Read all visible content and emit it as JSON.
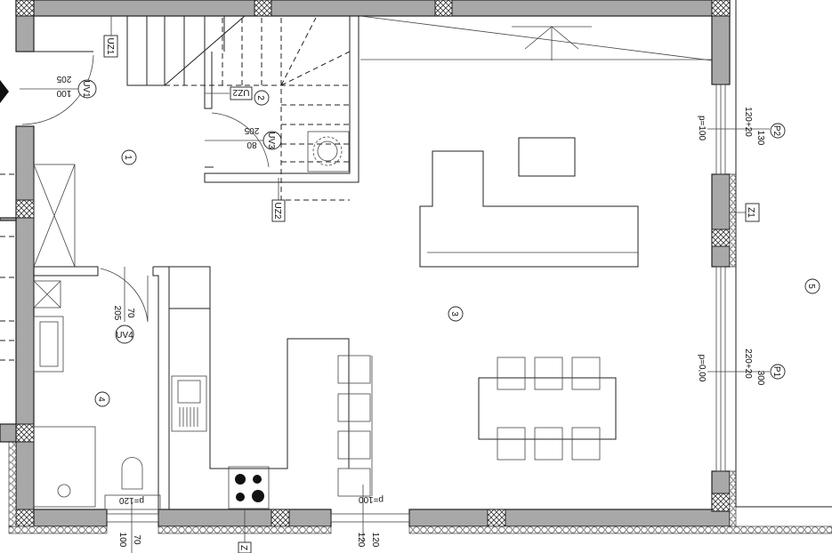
{
  "rooms": [
    {
      "number": "1"
    },
    {
      "number": "2"
    },
    {
      "number": "3"
    },
    {
      "number": "4"
    },
    {
      "number": "5"
    }
  ],
  "doors": [
    {
      "tag": "UV1",
      "width": "100",
      "height": "205"
    },
    {
      "tag": "UV3",
      "width": "80",
      "height": "205"
    },
    {
      "tag": "UV4",
      "width": "70",
      "height": "205"
    }
  ],
  "windows": [
    {
      "tag": "P1",
      "size": "220+20",
      "height": "300",
      "sill": "p=0,00"
    },
    {
      "tag": "P2",
      "size": "120+20",
      "height": "130",
      "sill": "p=100"
    }
  ],
  "bottom_windows": [
    {
      "sill": "p=120",
      "dim_a": "70",
      "dim_b": "100"
    },
    {
      "sill": "p=100",
      "dim_a": "120",
      "dim_b": "120"
    }
  ],
  "labels": {
    "uz1": "UZ1",
    "uz2a": "UZ2",
    "uz2b": "UZ2",
    "z1": "Z1",
    "z": "Z"
  },
  "colors": {
    "wall": "#a8a8a8",
    "line": "#222222"
  }
}
